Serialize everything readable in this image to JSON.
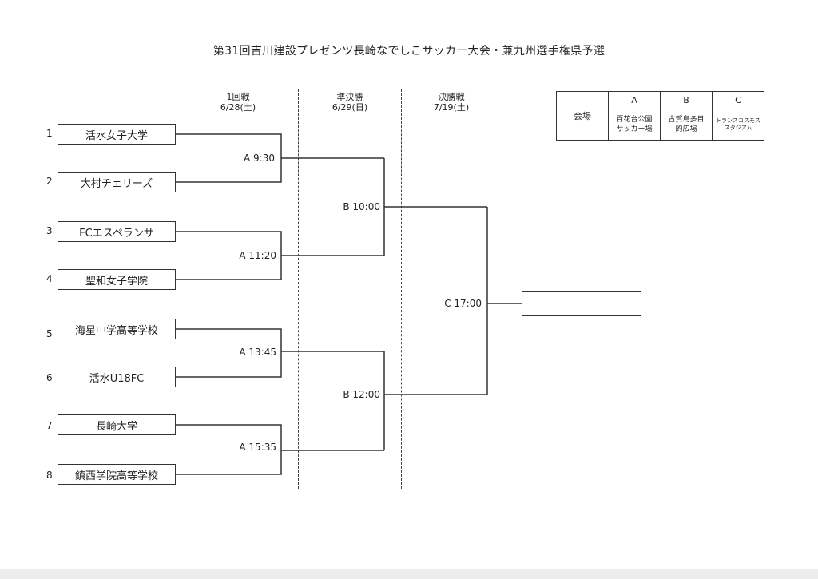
{
  "title": "第31回吉川建設プレゼンツ長崎なでしこサッカー大会・兼九州選手権県予選",
  "rounds": [
    {
      "name": "1回戦",
      "date": "6/28(土)"
    },
    {
      "name": "準決勝",
      "date": "6/29(日)"
    },
    {
      "name": "決勝戦",
      "date": "7/19(土)"
    }
  ],
  "teams": [
    {
      "num": "1",
      "name": "活水女子大学"
    },
    {
      "num": "2",
      "name": "大村チェリーズ"
    },
    {
      "num": "3",
      "name": "FCエスペランサ"
    },
    {
      "num": "4",
      "name": "聖和女子学院"
    },
    {
      "num": "5",
      "name": "海星中学高等学校"
    },
    {
      "num": "6",
      "name": "活水U18FC"
    },
    {
      "num": "7",
      "name": "長崎大学"
    },
    {
      "num": "8",
      "name": "鎮西学院高等学校"
    }
  ],
  "matches": {
    "r1": [
      "A 9:30",
      "A 11:20",
      "A 13:45",
      "A 15:35"
    ],
    "semi": [
      "B 10:00",
      "B 12:00"
    ],
    "final": "C 17:00"
  },
  "champion": "",
  "venues": {
    "header": "会場",
    "codes": [
      "A",
      "B",
      "C"
    ],
    "names": [
      [
        "百花台公園",
        "サッカー場"
      ],
      [
        "古賀島多目",
        "的広場"
      ],
      [
        "トランスコスモス",
        "スタジアム"
      ]
    ]
  }
}
